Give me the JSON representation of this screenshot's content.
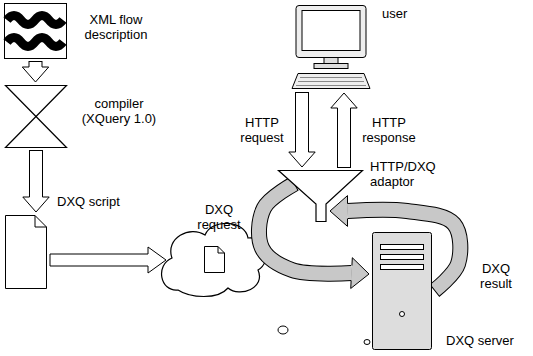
{
  "diagram": {
    "nodes": [
      {
        "text": [
          "XML flow description"
        ]
      },
      {
        "text": [
          "compiler (XQuery 1.0)"
        ]
      },
      {
        "text": [
          "DXQ script"
        ]
      },
      {
        "text": [
          "user"
        ]
      },
      {
        "text": [
          "HTTP/DXQ adaptor"
        ]
      },
      {
        "text": [
          "DXQ server"
        ]
      }
    ],
    "edges": [
      {
        "from": 0,
        "to": 1,
        "arrow": "to"
      },
      {
        "from": 1,
        "to": 2,
        "arrow": "to"
      },
      {
        "from": 3,
        "to": 4,
        "label": "HTTP request",
        "arrow": "to"
      },
      {
        "from": 4,
        "to": 3,
        "label": "HTTP response",
        "arrow": "to"
      },
      {
        "from": 4,
        "to": 5,
        "label": "DXQ request",
        "arrow": "to"
      },
      {
        "from": 5,
        "to": 4,
        "label": "DXQ result",
        "arrow": "to"
      }
    ]
  }
}
